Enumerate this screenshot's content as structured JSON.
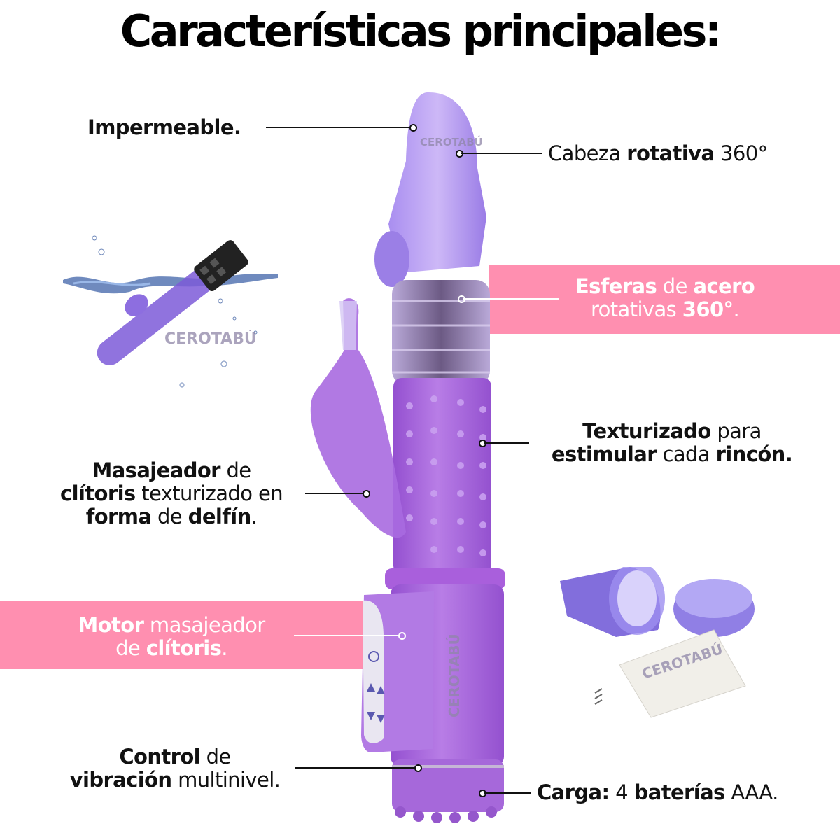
{
  "title": "Características principales:",
  "watermark": "CEROTABÚ",
  "colors": {
    "accent_band": "#ff8fb0",
    "device_purple": "#a768d8",
    "device_jelly": "#b79bf0",
    "text": "#111111"
  },
  "features": [
    {
      "id": "impermeable",
      "parts": [
        {
          "text": "Impermeable.",
          "bold": true
        }
      ]
    },
    {
      "id": "cabeza",
      "parts": [
        {
          "text": "Cabeza ",
          "bold": false
        },
        {
          "text": "rotativa",
          "bold": true
        },
        {
          "text": " 360°",
          "bold": false
        }
      ]
    },
    {
      "id": "esferas",
      "line1": [
        {
          "text": "Esferas",
          "bold": true
        },
        {
          "text": " de ",
          "bold": false
        },
        {
          "text": "acero",
          "bold": true
        }
      ],
      "line2": [
        {
          "text": "rotativas ",
          "bold": false
        },
        {
          "text": "360°",
          "bold": true
        },
        {
          "text": ".",
          "bold": false
        }
      ]
    },
    {
      "id": "texturizado",
      "line1": [
        {
          "text": "Texturizado",
          "bold": true
        },
        {
          "text": " para",
          "bold": false
        }
      ],
      "line2": [
        {
          "text": "estimular",
          "bold": true
        },
        {
          "text": " cada ",
          "bold": false
        },
        {
          "text": "rincón.",
          "bold": true
        }
      ]
    },
    {
      "id": "masajeador",
      "line1": [
        {
          "text": "Masajeador",
          "bold": true
        },
        {
          "text": " de",
          "bold": false
        }
      ],
      "line2": [
        {
          "text": "clítoris",
          "bold": true
        },
        {
          "text": " texturizado en",
          "bold": false
        }
      ],
      "line3": [
        {
          "text": "forma",
          "bold": true
        },
        {
          "text": " de ",
          "bold": false
        },
        {
          "text": "delfín",
          "bold": true
        },
        {
          "text": ".",
          "bold": false
        }
      ]
    },
    {
      "id": "motor",
      "line1": [
        {
          "text": "Motor",
          "bold": true
        },
        {
          "text": " masajeador",
          "bold": false
        }
      ],
      "line2": [
        {
          "text": "de ",
          "bold": false
        },
        {
          "text": "clítoris",
          "bold": true
        },
        {
          "text": ".",
          "bold": false
        }
      ]
    },
    {
      "id": "control",
      "line1": [
        {
          "text": "Control",
          "bold": true
        },
        {
          "text": " de",
          "bold": false
        }
      ],
      "line2": [
        {
          "text": "vibración",
          "bold": true
        },
        {
          "text": " multinivel.",
          "bold": false
        }
      ]
    },
    {
      "id": "carga",
      "parts": [
        {
          "text": "Carga:",
          "bold": true
        },
        {
          "text": " 4 ",
          "bold": false
        },
        {
          "text": "baterías",
          "bold": true
        },
        {
          "text": " AAA.",
          "bold": false
        }
      ]
    }
  ],
  "images": {
    "main_product": "purple rabbit vibrator (front view)",
    "inset_water": "product splashing in water",
    "inset_battery": "battery holder with opened cap"
  }
}
